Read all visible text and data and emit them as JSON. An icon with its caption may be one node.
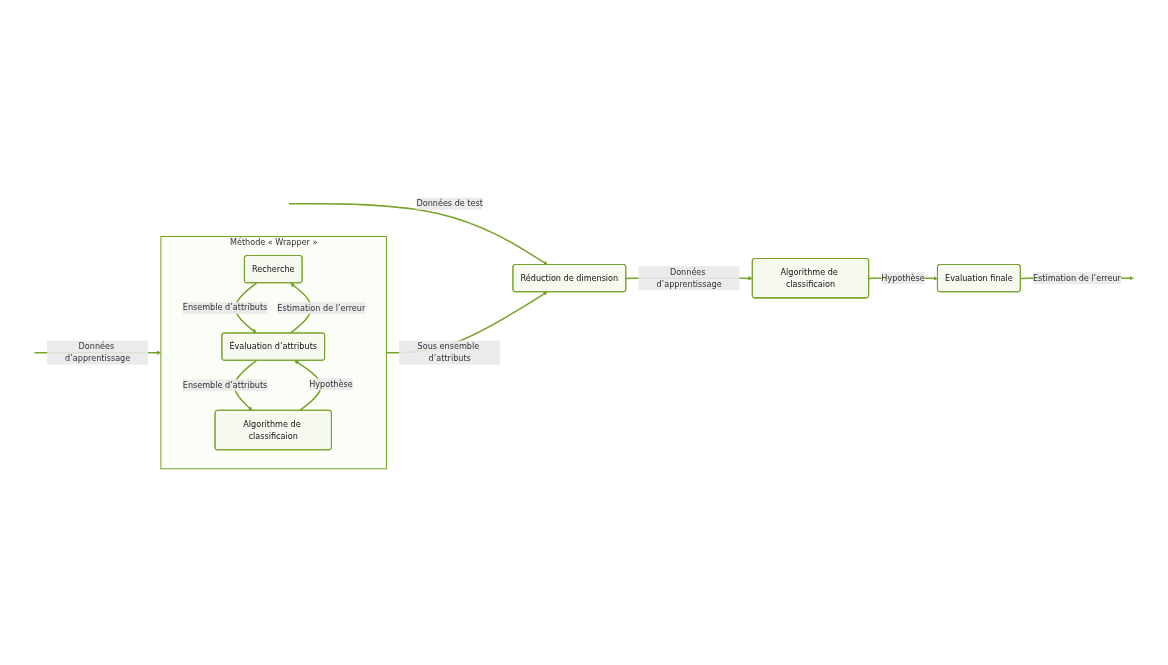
{
  "diagram": {
    "nodes": [
      {
        "text": [
          "Méthode « Wrapper »"
        ]
      },
      {
        "text": [
          "Recherche"
        ],
        "in": 0
      },
      {
        "text": [
          "Évaluation d’attributs"
        ],
        "in": 0
      },
      {
        "text": [
          "Algorithme de classificaion"
        ],
        "in": 0
      },
      {
        "text": [
          "Réduction de dimension"
        ]
      },
      {
        "text": [
          "Algorithme de classificaion"
        ]
      },
      {
        "text": [
          "Evaluation finale"
        ]
      }
    ],
    "edges": [
      {
        "from": null,
        "to": 4,
        "arrow": "to",
        "label": "Données de test"
      },
      {
        "from": null,
        "to": 0,
        "arrow": "to",
        "label": "Données d’apprentissage"
      },
      {
        "from": 1,
        "to": 2,
        "arrow": "to",
        "label": "Ensemble d’attributs"
      },
      {
        "from": 2,
        "to": 1,
        "arrow": "to",
        "label": "Estimation de l’erreur"
      },
      {
        "from": 2,
        "to": 3,
        "arrow": "to",
        "label": "Ensemble d’attributs"
      },
      {
        "from": 3,
        "to": 2,
        "arrow": "to",
        "label": "Hypothèse"
      },
      {
        "from": 0,
        "to": 4,
        "arrow": "to",
        "label": "Sous ensemble d’attributs"
      },
      {
        "from": 4,
        "to": 5,
        "arrow": "to",
        "label": "Données d’apprentissage"
      },
      {
        "from": 5,
        "to": 6,
        "arrow": "to",
        "label": "Hypothèse"
      },
      {
        "from": 6,
        "to": null,
        "arrow": "to",
        "label": "Estimation de l’erreur"
      }
    ]
  }
}
